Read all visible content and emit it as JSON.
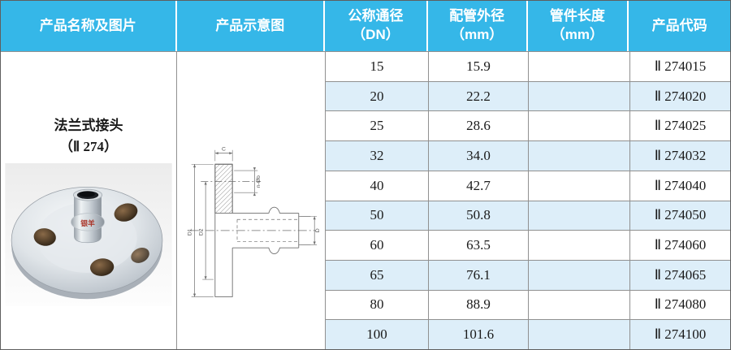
{
  "table": {
    "headers": [
      {
        "label": "产品名称及图片",
        "sub": ""
      },
      {
        "label": "产品示意图",
        "sub": ""
      },
      {
        "label": "公称通径",
        "sub": "（DN）"
      },
      {
        "label": "配管外径",
        "sub": "（mm）"
      },
      {
        "label": "管件长度",
        "sub": "（mm）"
      },
      {
        "label": "产品代码",
        "sub": ""
      }
    ],
    "rows": [
      {
        "dn": "15",
        "od": "15.9",
        "length": "",
        "code": "Ⅱ 274015"
      },
      {
        "dn": "20",
        "od": "22.2",
        "length": "",
        "code": "Ⅱ 274020"
      },
      {
        "dn": "25",
        "od": "28.6",
        "length": "",
        "code": "Ⅱ 274025"
      },
      {
        "dn": "32",
        "od": "34.0",
        "length": "",
        "code": "Ⅱ 274032"
      },
      {
        "dn": "40",
        "od": "42.7",
        "length": "",
        "code": "Ⅱ 274040"
      },
      {
        "dn": "50",
        "od": "50.8",
        "length": "",
        "code": "Ⅱ 274050"
      },
      {
        "dn": "60",
        "od": "63.5",
        "length": "",
        "code": "Ⅱ 274060"
      },
      {
        "dn": "65",
        "od": "76.1",
        "length": "",
        "code": "Ⅱ 274065"
      },
      {
        "dn": "80",
        "od": "88.9",
        "length": "",
        "code": "Ⅱ 274080"
      },
      {
        "dn": "100",
        "od": "101.6",
        "length": "",
        "code": "Ⅱ 274100"
      }
    ]
  },
  "product": {
    "name": "法兰式接头",
    "model": "（Ⅱ 274）",
    "photo_brand_text": "银羊"
  },
  "schematic": {
    "labels": {
      "c": "C",
      "holes": "n-Øb",
      "d1": "D1",
      "d2": "D2",
      "d": "D"
    }
  },
  "colors": {
    "header_blue": "#35b7e8",
    "alt_row_blue": "#ddeef9",
    "grid_gray": "#909090",
    "brand_text_red": "#a93226"
  }
}
